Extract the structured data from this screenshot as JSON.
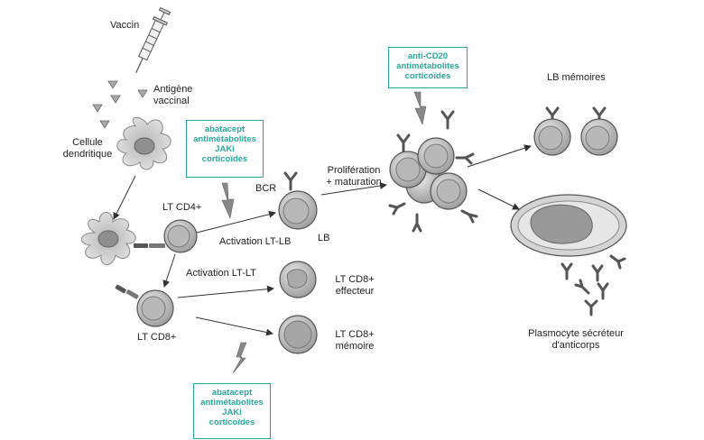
{
  "labels": {
    "vaccin": "Vaccin",
    "antigene": [
      "Antigène",
      "vaccinal"
    ],
    "cellule": [
      "Cellule",
      "dendritique"
    ],
    "lt_cd4": "LT CD4+",
    "bcr": "BCR",
    "lb": "LB",
    "activation_lt_lb": "Activation LT-LB",
    "activation_lt_lt": "Activation LT-LT",
    "proliferation": [
      "Prolifération",
      "+ maturation"
    ],
    "lt_cd8_effecteur": [
      "LT CD8+",
      "effecteur"
    ],
    "lt_cd8_memoire": [
      "LT CD8+",
      "mémoire"
    ],
    "lt_cd8": "LT CD8+",
    "lb_memoires": "LB mémoires",
    "plasmocyte": [
      "Plasmocyte sécréteur",
      "d'anticorps"
    ]
  },
  "drug_boxes": {
    "box_top_left": [
      "abatacept",
      "antimétabolites",
      "JAKi",
      "corticoïdes"
    ],
    "box_top_right": [
      "anti-CD20",
      "antimétabolites",
      "corticoïdes"
    ],
    "box_bottom": [
      "abatacept",
      "antimétabolites",
      "JAKi",
      "corticoïdes"
    ]
  },
  "colors": {
    "accent": "#2aa79b",
    "cell_fill": "#c9c9c9",
    "cell_outline": "#555555",
    "arrow": "#333333"
  }
}
